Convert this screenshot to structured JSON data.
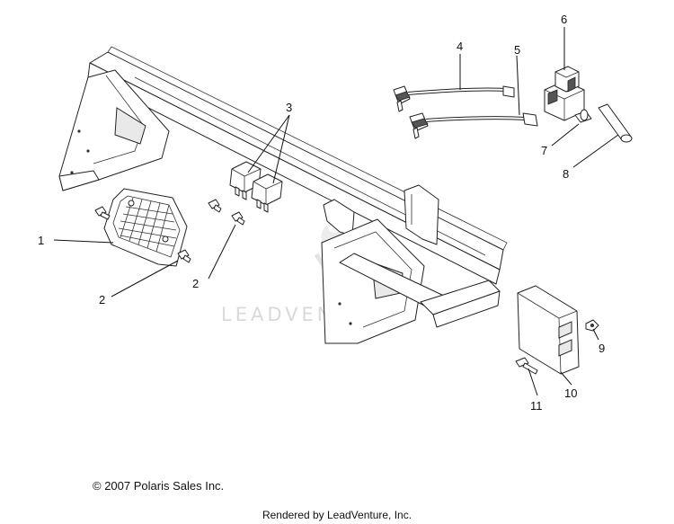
{
  "watermark": "LEADVENTURE",
  "callouts": [
    "1",
    "2",
    "2",
    "3",
    "4",
    "5",
    "6",
    "7",
    "8",
    "9",
    "10",
    "11"
  ],
  "footer": {
    "copyright": "© 2007 Polaris Sales Inc.",
    "rendered_by": "Rendered by LeadVenture, Inc."
  }
}
